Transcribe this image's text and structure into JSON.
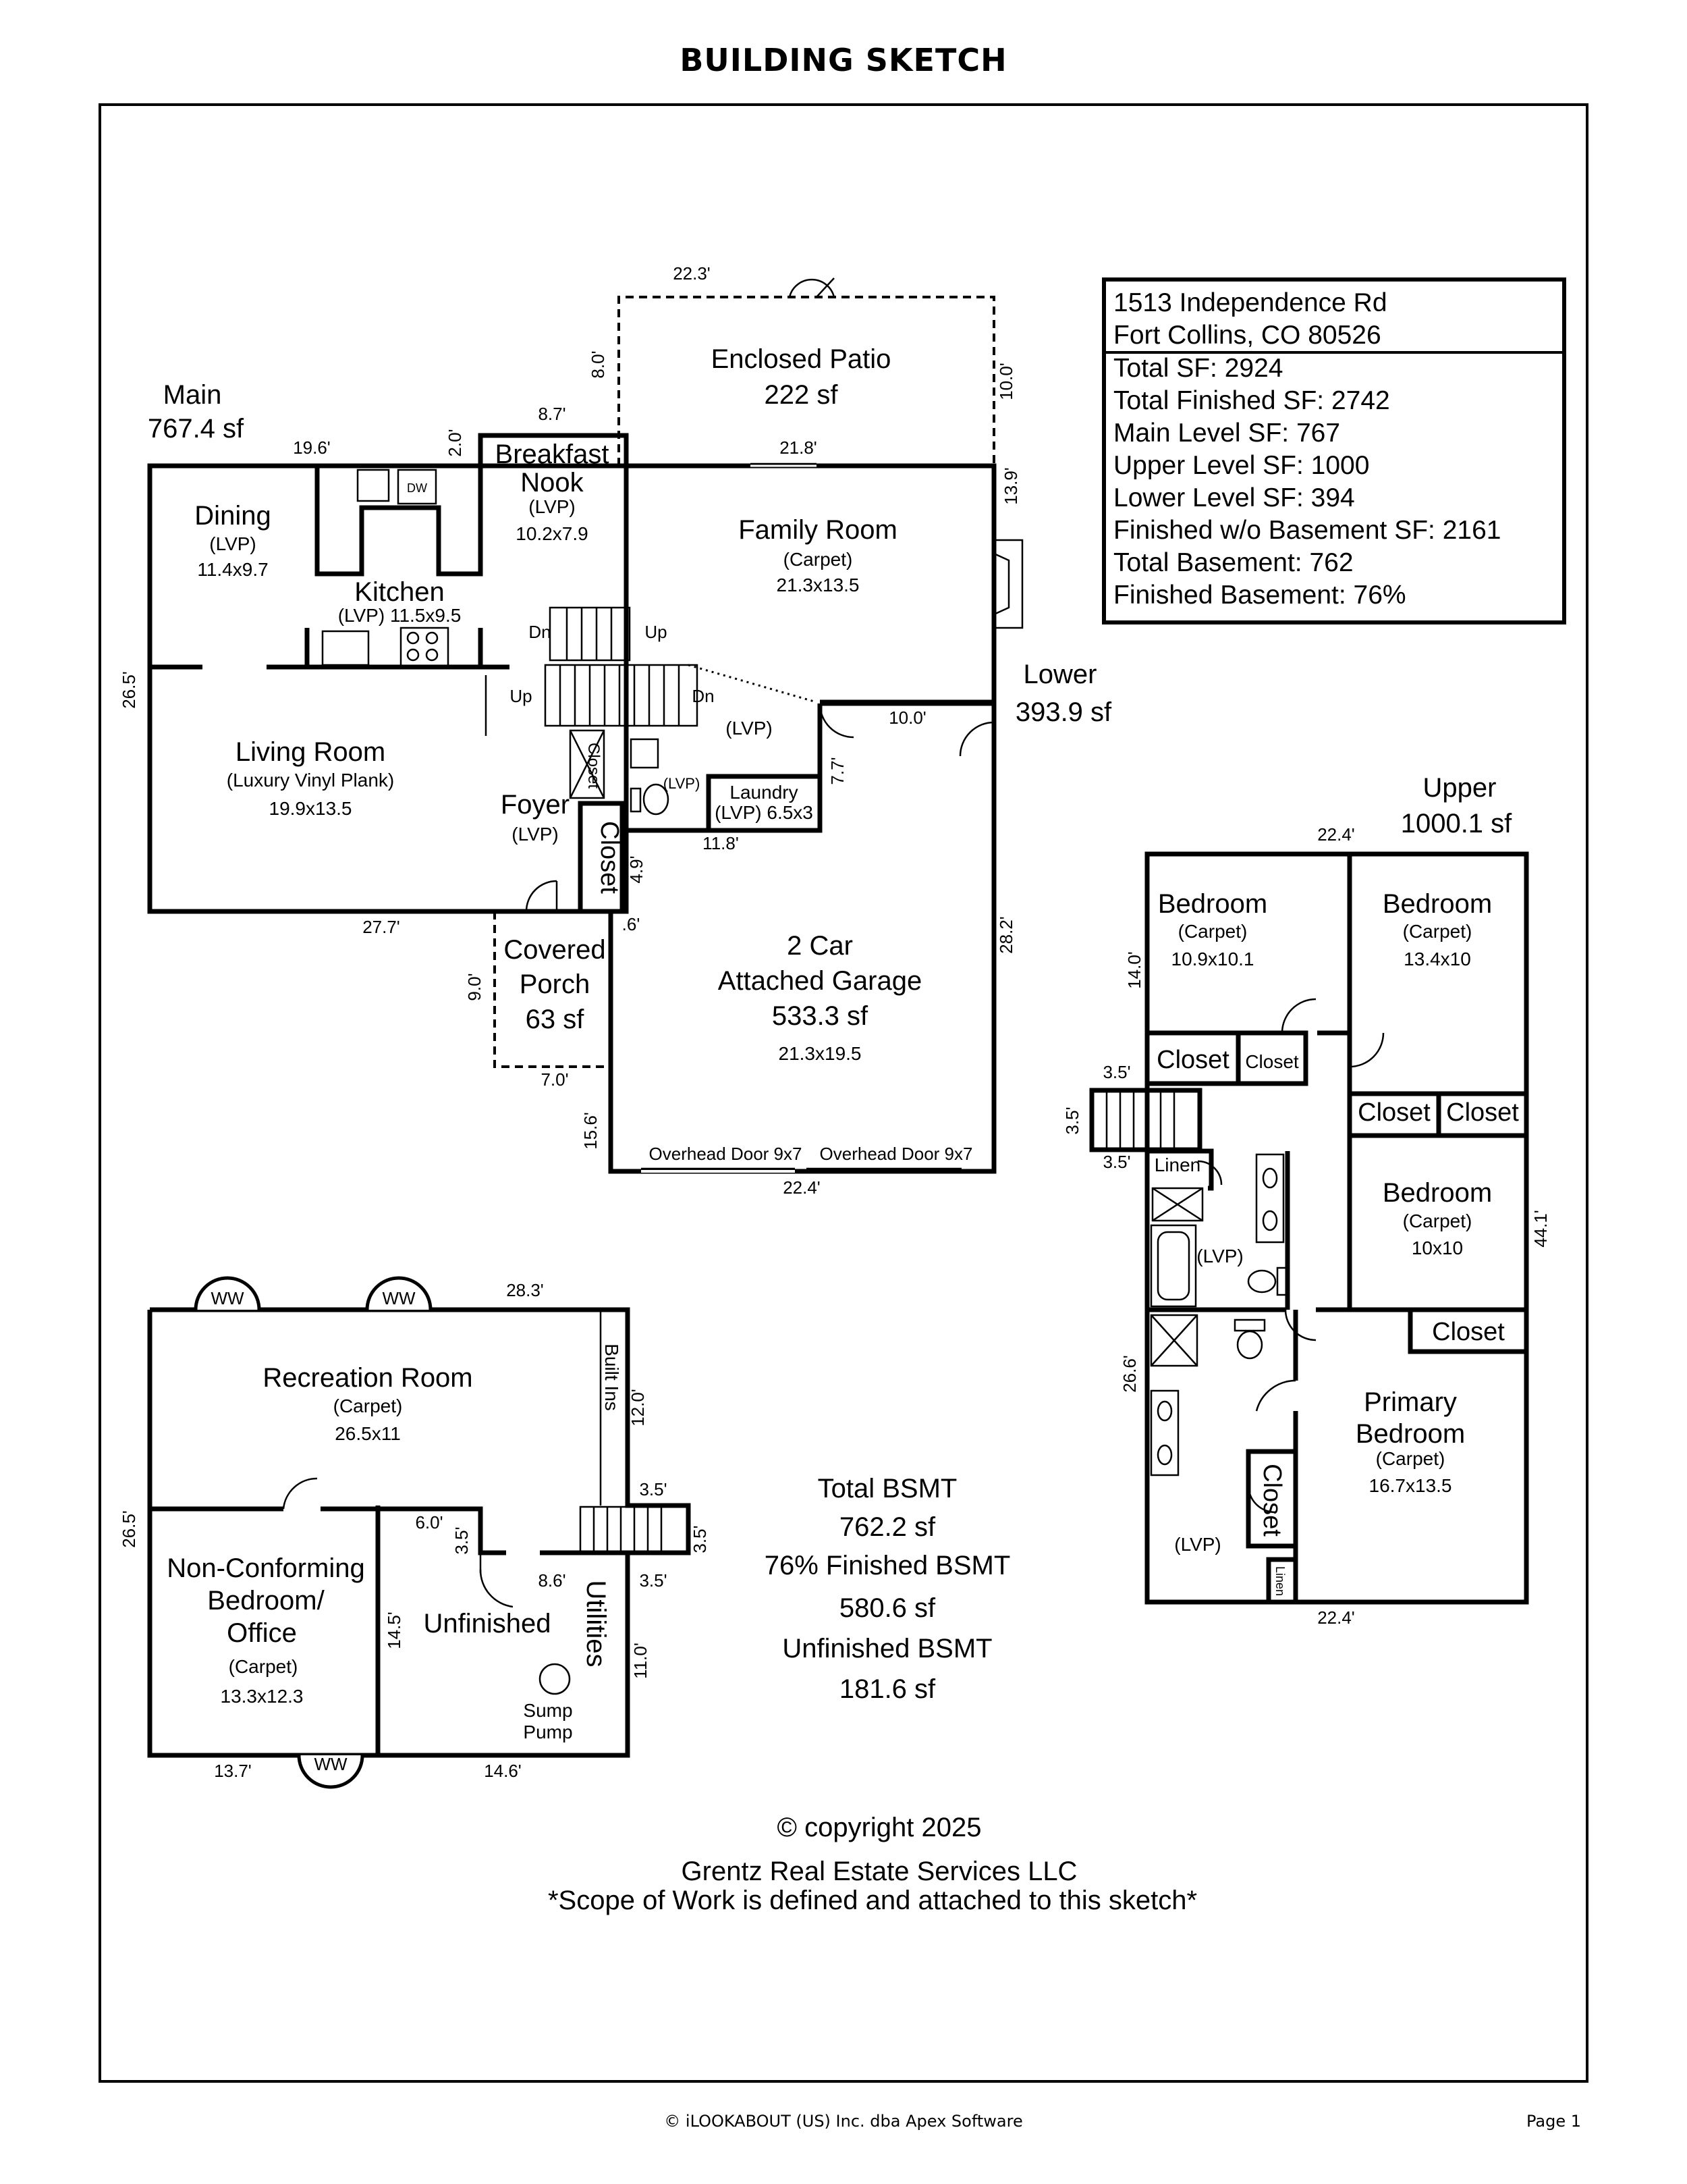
{
  "title": "BUILDING SKETCH",
  "info_box": {
    "lines": [
      "1513 Independence Rd",
      "Fort Collins, CO 80526",
      "Total SF: 2924",
      "Total Finished SF: 2742",
      "Main Level SF: 767",
      "Upper Level SF: 1000",
      "Lower Level SF: 394",
      "Finished w/o Basement SF: 2161",
      "Total Basement: 762",
      "Finished Basement: 76%"
    ]
  },
  "main_level": {
    "label": "Main",
    "area": "767.4 sf",
    "rooms": {
      "enclosed_patio": {
        "name": "Enclosed Patio",
        "area": "222 sf"
      },
      "breakfast_nook": {
        "name1": "Breakfast",
        "name2": "Nook",
        "floor": "(LVP)",
        "dims": "10.2x7.9"
      },
      "family_room": {
        "name": "Family Room",
        "floor": "(Carpet)",
        "dims": "21.3x13.5"
      },
      "dining": {
        "name": "Dining",
        "floor": "(LVP)",
        "dims": "11.4x9.7"
      },
      "kitchen": {
        "name": "Kitchen",
        "info": "(LVP) 11.5x9.5"
      },
      "living_room": {
        "name": "Living Room",
        "floor": "(Luxury Vinyl Plank)",
        "dims": "19.9x13.5"
      },
      "foyer": {
        "name": "Foyer",
        "floor": "(LVP)"
      },
      "hall": {
        "floor": "(LVP)"
      },
      "powder": {
        "floor": "(LVP)"
      },
      "laundry": {
        "name": "Laundry",
        "info": "(LVP) 6.5x3"
      },
      "small_closet": {
        "name": "Closet"
      },
      "closet": {
        "name": "Closet"
      },
      "covered_porch": {
        "name1": "Covered",
        "name2": "Porch",
        "area": "63 sf"
      },
      "garage": {
        "name1": "2 Car",
        "name2": "Attached Garage",
        "area": "533.3 sf",
        "dims": "21.3x19.5"
      }
    },
    "dimensions": {
      "patio_top": "22.3'",
      "patio_left": "8.0'",
      "patio_right": "10.0'",
      "nook_top": "8.7'",
      "nook_left": "2.0'",
      "family_top": "21.8'",
      "family_right": "13.9'",
      "dining_top": "19.6'",
      "house_left": "26.5'",
      "house_bottom": "27.7'",
      "garage_top": "10.0'",
      "garage_notch": "7.7'",
      "laundry_bottom": "11.8'",
      "closet_side": "4.9'",
      "porch_corner": ".6'",
      "porch_left": "9.0'",
      "porch_bottom": "7.0'",
      "garage_right": "28.2'",
      "garage_left": "15.6'",
      "garage_bottom": "22.4'"
    },
    "stairs": {
      "down1": "Dn",
      "up1": "Up",
      "up2": "Up",
      "down2": "Dn"
    },
    "doors": {
      "overhead_left": "Overhead Door 9x7",
      "overhead_right": "Overhead Door 9x7"
    },
    "fixtures": {
      "dishwasher": "DW"
    }
  },
  "lower_level": {
    "label": "Lower",
    "area": "393.9 sf"
  },
  "upper_level": {
    "label": "Upper",
    "area": "1000.1 sf",
    "rooms": {
      "bedroom_1": {
        "name": "Bedroom",
        "floor": "(Carpet)",
        "dims": "10.9x10.1"
      },
      "bedroom_2": {
        "name": "Bedroom",
        "floor": "(Carpet)",
        "dims": "13.4x10"
      },
      "bedroom_3": {
        "name": "Bedroom",
        "floor": "(Carpet)",
        "dims": "10x10"
      },
      "primary_bedroom": {
        "name1": "Primary",
        "name2": "Bedroom",
        "floor": "(Carpet)",
        "dims": "16.7x13.5"
      },
      "bath": {
        "floor": "(LVP)"
      },
      "primary_bath": {
        "floor": "(LVP)"
      },
      "closet_a": "Closet",
      "closet_b": "Closet",
      "closet_c": "Closet",
      "closet_d": "Closet",
      "closet_e": "Closet",
      "closet_f": "Closet",
      "linen_a": "Linen",
      "linen_b": "Linen"
    },
    "dimensions": {
      "top": "22.4'",
      "left_upper": "14.0'",
      "stair_top": "3.5'",
      "stair_side": "3.5'",
      "stair_bottom": "3.5'",
      "right": "44.1'",
      "left_lower": "26.6'",
      "bottom": "22.4'"
    }
  },
  "basement": {
    "rooms": {
      "recreation": {
        "name": "Recreation Room",
        "floor": "(Carpet)",
        "dims": "26.5x11"
      },
      "builtins": "Built Ins",
      "office": {
        "name1": "Non-Conforming",
        "name2": "Bedroom/",
        "name3": "Office",
        "floor": "(Carpet)",
        "dims": "13.3x12.3"
      },
      "unfinished": "Unfinished",
      "utilities": "Utilities",
      "sump1": "Sump",
      "sump2": "Pump"
    },
    "window_wells": [
      "WW",
      "WW",
      "WW"
    ],
    "dimensions": {
      "top": "28.3'",
      "right": "12.0'",
      "left": "26.5'",
      "step_top": "3.5'",
      "step_right": "3.5'",
      "step_bottom": "3.5'",
      "unf_top": "6.0'",
      "unf_side": "3.5'",
      "unf_door": "8.6'",
      "unf_left": "14.5'",
      "right_lower": "11.0'",
      "bottom_left": "13.7'",
      "bottom_right": "14.6'"
    },
    "totals": [
      "Total BSMT",
      "762.2 sf",
      "76% Finished BSMT",
      "580.6 sf",
      "Unfinished BSMT",
      "181.6 sf"
    ]
  },
  "credits": {
    "copyright": "© copyright 2025",
    "company": "Grentz Real Estate Services LLC",
    "scope": "*Scope of Work is defined and attached to this sketch*"
  },
  "footer": {
    "software": "© iLOOKABOUT (US) Inc. dba Apex Software",
    "page": "Page 1"
  }
}
